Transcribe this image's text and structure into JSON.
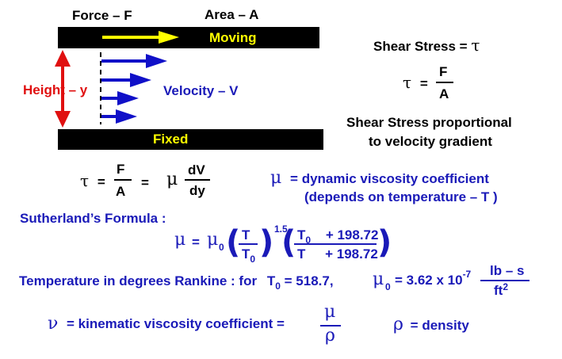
{
  "labels": {
    "force": "Force – F",
    "area": "Area – A",
    "moving": "Moving",
    "fixed": "Fixed",
    "height": "Height – y",
    "velocity": "Velocity – V"
  },
  "symbols": {
    "tau": "τ",
    "mu": "μ",
    "nu": "ν",
    "rho": "ρ",
    "equals": "=",
    "T": "T",
    "zero": "0",
    "lparen": "(",
    "rparen": ")"
  },
  "shear": {
    "definition": "Shear Stress =",
    "numerator": "F",
    "denominator": "A",
    "proportional_1": "Shear Stress proportional",
    "proportional_2": "to velocity gradient",
    "dv": "dV",
    "dy": "dy"
  },
  "viscosity": {
    "dynamic_def": "= dynamic viscosity coefficient",
    "depends": "(depends on temperature – T )"
  },
  "sutherland": {
    "title": "Sutherland’s Formula :",
    "exponent": "1.5",
    "constant": "+ 198.72"
  },
  "rankine": {
    "text": "Temperature in degrees Rankine : for",
    "t0_value": "= 518.7,",
    "mu0_value": "= 3.62 x 10",
    "exponent": "-7",
    "units_num": "lb – s",
    "units_den": "ft",
    "units_den_exp": "2"
  },
  "kinematic": {
    "def": "= kinematic viscosity coefficient =",
    "density_def": "= density"
  },
  "colors": {
    "black": "#000000",
    "blue": "#1a1ab8",
    "red": "#e01010",
    "yellow": "#ffff00"
  }
}
